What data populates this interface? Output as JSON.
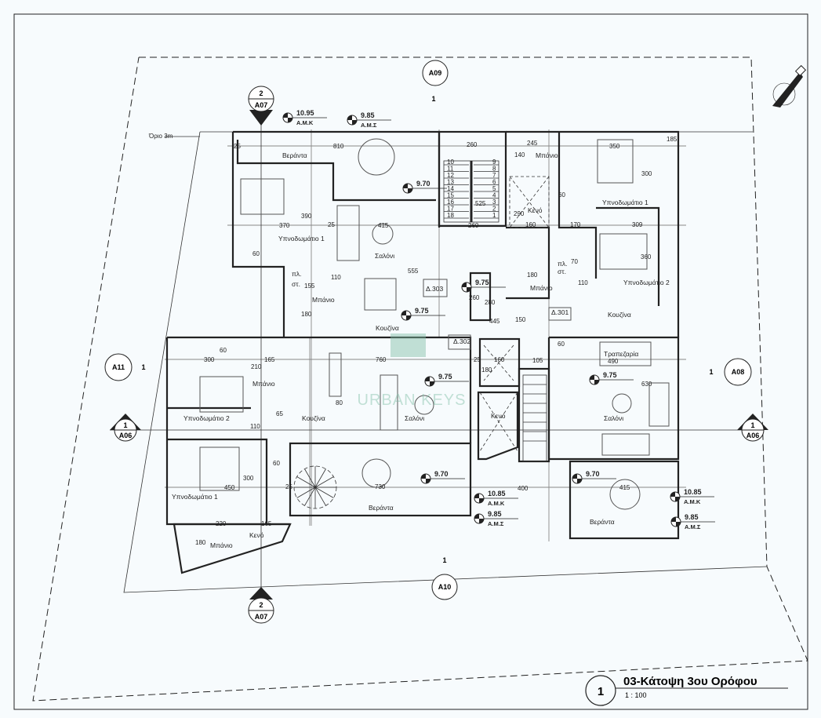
{
  "drawing": {
    "title": "03-Κάτοψη 3ου Ορόφου",
    "scale": "1 : 100",
    "view_number": "1",
    "watermark": "URBAN KEYS",
    "setback_label": "Όριο 3m"
  },
  "markers": {
    "a09": {
      "code": "A09",
      "num": "1"
    },
    "a10": {
      "code": "A10",
      "num": "1"
    },
    "a11": {
      "code": "A11",
      "num": "1"
    },
    "a08": {
      "code": "A08",
      "num": "1"
    },
    "a06_left": {
      "code": "A06",
      "num": "1"
    },
    "a06_right": {
      "code": "A06",
      "num": "1"
    },
    "section_top": {
      "code": "A07",
      "num": "2"
    },
    "section_bottom": {
      "code": "A07",
      "num": "2"
    }
  },
  "levels": [
    {
      "value": "10.95",
      "code": "Α.Μ.Κ"
    },
    {
      "value": "9.85",
      "code": "Α.Μ.Σ"
    },
    {
      "value": "9.70",
      "code": ""
    },
    {
      "value": "9.75",
      "code": ""
    },
    {
      "value": "9.75",
      "code": ""
    },
    {
      "value": "9.75",
      "code": ""
    },
    {
      "value": "9.75",
      "code": ""
    },
    {
      "value": "9.70",
      "code": ""
    },
    {
      "value": "10.85",
      "code": "Α.Μ.Κ"
    },
    {
      "value": "9.85",
      "code": "Α.Μ.Σ"
    },
    {
      "value": "9.70",
      "code": ""
    },
    {
      "value": "10.85",
      "code": "Α.Μ.Κ"
    },
    {
      "value": "9.85",
      "code": "Α.Μ.Σ"
    }
  ],
  "labels": [
    {
      "kind": "room",
      "text": "Βεράντα"
    },
    {
      "kind": "dim",
      "text": "810"
    },
    {
      "kind": "room",
      "text": "Υπνοδωμάτιο 1"
    },
    {
      "kind": "dim",
      "text": "370"
    },
    {
      "kind": "dim",
      "text": "390"
    },
    {
      "kind": "dim",
      "text": "415"
    },
    {
      "kind": "room",
      "text": "Σαλόνι"
    },
    {
      "kind": "dim",
      "text": "555"
    },
    {
      "kind": "room",
      "text": "Κουζίνα"
    },
    {
      "kind": "room",
      "text": "Μπάνιο"
    },
    {
      "kind": "dim",
      "text": "155"
    },
    {
      "kind": "dim",
      "text": "110"
    },
    {
      "kind": "dim",
      "text": "180"
    },
    {
      "kind": "dim",
      "text": "60"
    },
    {
      "kind": "room",
      "text": "πλ."
    },
    {
      "kind": "room",
      "text": "στ."
    },
    {
      "kind": "room",
      "text": "Δ.303"
    },
    {
      "kind": "dim",
      "text": "260"
    },
    {
      "kind": "dim",
      "text": "260"
    },
    {
      "kind": "dim",
      "text": "260"
    },
    {
      "kind": "dim",
      "text": "445"
    },
    {
      "kind": "dim",
      "text": "280"
    },
    {
      "kind": "dim",
      "text": "150"
    },
    {
      "kind": "dim",
      "text": "525"
    },
    {
      "kind": "dim",
      "text": "245"
    },
    {
      "kind": "room",
      "text": "Μπάνιο"
    },
    {
      "kind": "dim",
      "text": "140"
    },
    {
      "kind": "room",
      "text": "Κενό"
    },
    {
      "kind": "dim",
      "text": "290"
    },
    {
      "kind": "dim",
      "text": "160"
    },
    {
      "kind": "dim",
      "text": "170"
    },
    {
      "kind": "dim",
      "text": "60"
    },
    {
      "kind": "dim",
      "text": "350"
    },
    {
      "kind": "dim",
      "text": "300"
    },
    {
      "kind": "room",
      "text": "Υπνοδωμάτιο 1"
    },
    {
      "kind": "dim",
      "text": "309"
    },
    {
      "kind": "dim",
      "text": "360"
    },
    {
      "kind": "room",
      "text": "Υπνοδωμάτιο 2"
    },
    {
      "kind": "dim",
      "text": "110"
    },
    {
      "kind": "dim",
      "text": "180"
    },
    {
      "kind": "room",
      "text": "Μπάνιο"
    },
    {
      "kind": "dim",
      "text": "185"
    },
    {
      "kind": "dim",
      "text": "70"
    },
    {
      "kind": "room",
      "text": "πλ."
    },
    {
      "kind": "room",
      "text": "στ."
    },
    {
      "kind": "room",
      "text": "Δ.301"
    },
    {
      "kind": "room",
      "text": "Κουζίνα"
    },
    {
      "kind": "room",
      "text": "Τραπεζαρία"
    },
    {
      "kind": "dim",
      "text": "490"
    },
    {
      "kind": "dim",
      "text": "60"
    },
    {
      "kind": "dim",
      "text": "630"
    },
    {
      "kind": "room",
      "text": "Σαλόνι"
    },
    {
      "kind": "dim",
      "text": "105"
    },
    {
      "kind": "dim",
      "text": "160"
    },
    {
      "kind": "dim",
      "text": "180"
    },
    {
      "kind": "room",
      "text": "Κενό"
    },
    {
      "kind": "room",
      "text": "Δ.302"
    },
    {
      "kind": "dim",
      "text": "760"
    },
    {
      "kind": "dim",
      "text": "80"
    },
    {
      "kind": "room",
      "text": "Σαλόνι"
    },
    {
      "kind": "room",
      "text": "Κουζίνα"
    },
    {
      "kind": "room",
      "text": "Μπάνιο"
    },
    {
      "kind": "dim",
      "text": "300"
    },
    {
      "kind": "dim",
      "text": "60"
    },
    {
      "kind": "dim",
      "text": "165"
    },
    {
      "kind": "dim",
      "text": "210"
    },
    {
      "kind": "room",
      "text": "Υπνοδωμάτιο 2"
    },
    {
      "kind": "dim",
      "text": "110"
    },
    {
      "kind": "dim",
      "text": "65"
    },
    {
      "kind": "room",
      "text": "Υπνοδωμάτιο 1"
    },
    {
      "kind": "dim",
      "text": "450"
    },
    {
      "kind": "dim",
      "text": "300"
    },
    {
      "kind": "dim",
      "text": "60"
    },
    {
      "kind": "dim",
      "text": "730"
    },
    {
      "kind": "room",
      "text": "Βεράντα"
    },
    {
      "kind": "dim",
      "text": "220"
    },
    {
      "kind": "dim",
      "text": "165"
    },
    {
      "kind": "room",
      "text": "Κενό"
    },
    {
      "kind": "room",
      "text": "Μπάνιο"
    },
    {
      "kind": "dim",
      "text": "180"
    },
    {
      "kind": "dim",
      "text": "415"
    },
    {
      "kind": "room",
      "text": "Βεράντα"
    },
    {
      "kind": "dim",
      "text": "400"
    },
    {
      "kind": "dim",
      "text": "25"
    },
    {
      "kind": "dim",
      "text": "25"
    },
    {
      "kind": "dim",
      "text": "25"
    },
    {
      "kind": "dim",
      "text": "25"
    }
  ],
  "stairs": {
    "upper_steps": [
      "10",
      "11",
      "12",
      "13",
      "14",
      "15",
      "16",
      "17",
      "18"
    ],
    "lower_steps": [
      "9",
      "8",
      "7",
      "6",
      "5",
      "4",
      "3",
      "2",
      "1"
    ]
  }
}
